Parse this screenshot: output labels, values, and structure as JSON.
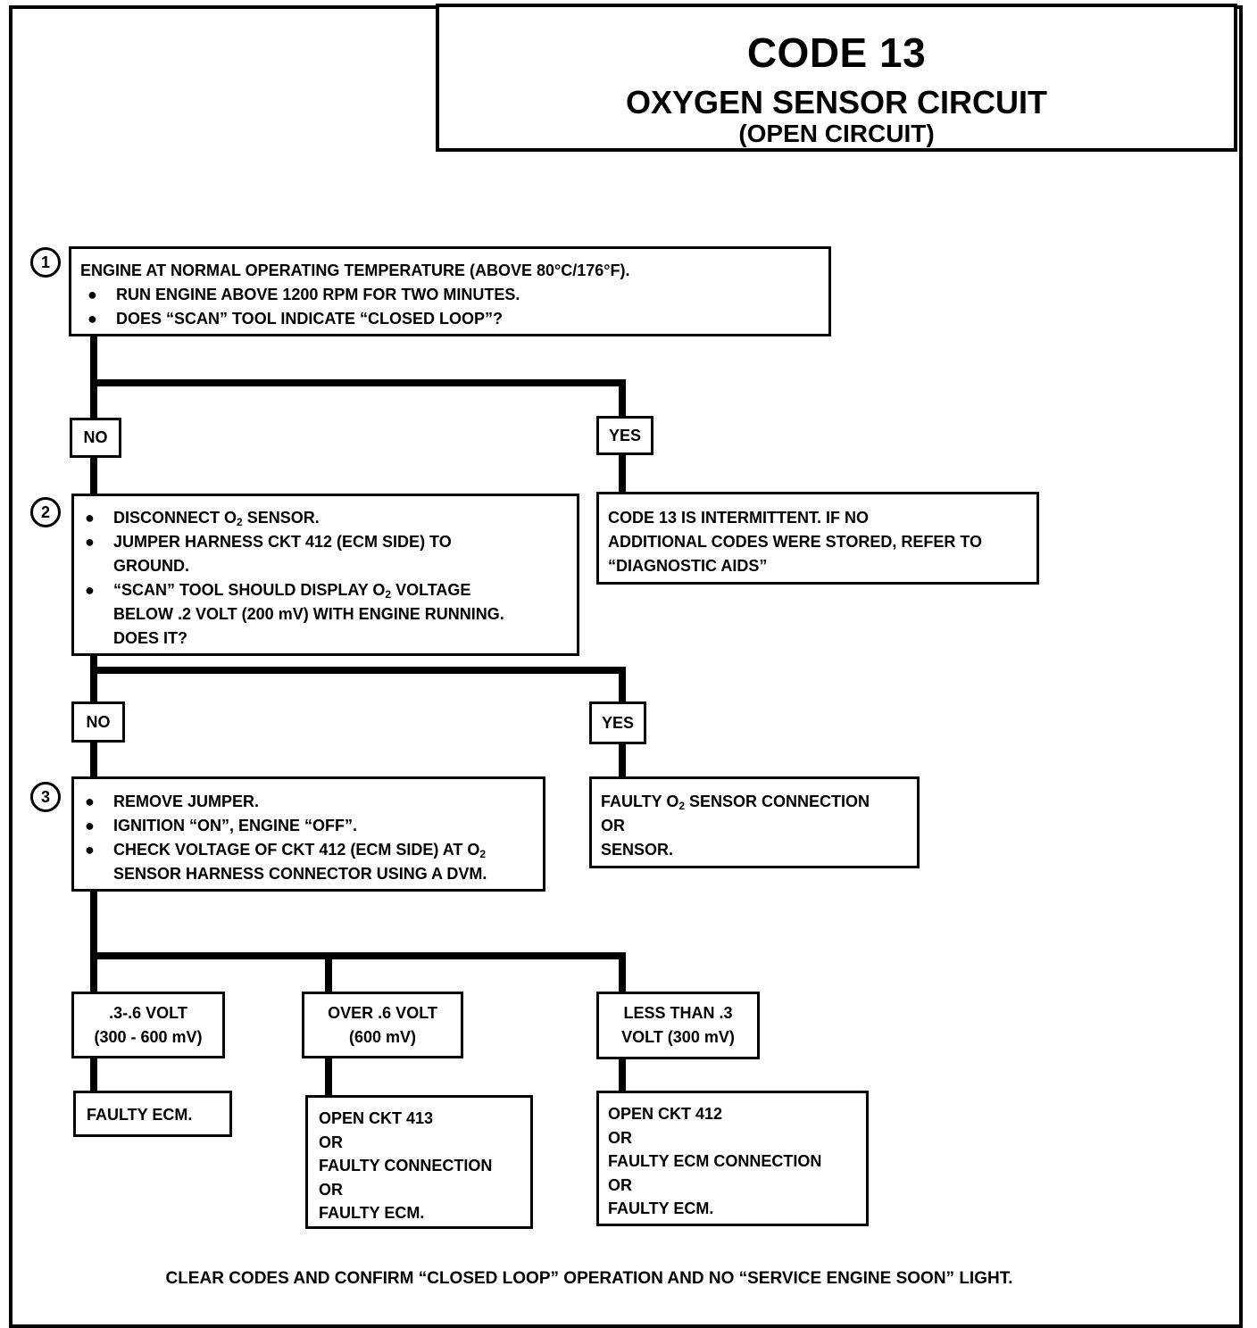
{
  "header": {
    "code": "CODE 13",
    "title": "OXYGEN SENSOR CIRCUIT",
    "subtitle": "(OPEN CIRCUIT)"
  },
  "step1": {
    "number": "1",
    "line1": "ENGINE AT NORMAL OPERATING TEMPERATURE (ABOVE 80°C/176°F).",
    "bullets": [
      "RUN ENGINE ABOVE 1200 RPM FOR TWO MINUTES.",
      "DOES “SCAN” TOOL INDICATE “CLOSED LOOP”?"
    ]
  },
  "branch1": {
    "no": "NO",
    "yes": "YES"
  },
  "yes1": {
    "lines": [
      "CODE 13 IS INTERMITTENT.  IF NO",
      "ADDITIONAL CODES WERE STORED, REFER TO",
      "“DIAGNOSTIC AIDS”"
    ]
  },
  "step2": {
    "number": "2",
    "b1_pre": "DISCONNECT O",
    "b1_sub": "2",
    "b1_post": " SENSOR.",
    "b2_l1": "JUMPER HARNESS CKT 412 (ECM SIDE) TO",
    "b2_l2": "GROUND.",
    "b3_pre": "“SCAN” TOOL SHOULD DISPLAY O",
    "b3_sub": "2",
    "b3_post": " VOLTAGE",
    "b3_l2": "BELOW .2  VOLT (200 mV) WITH ENGINE RUNNING.",
    "b3_l3": "DOES IT?"
  },
  "branch2": {
    "no": "NO",
    "yes": "YES"
  },
  "yes2": {
    "l1_pre": "FAULTY O",
    "l1_sub": "2",
    "l1_post": " SENSOR CONNECTION",
    "l2": "OR",
    "l3": "SENSOR."
  },
  "step3": {
    "number": "3",
    "b1": "REMOVE JUMPER.",
    "b2": "IGNITION “ON”,  ENGINE  “OFF”.",
    "b3_pre": "CHECK VOLTAGE OF CKT 412 (ECM SIDE) AT O",
    "b3_sub": "2",
    "b3_l2": "SENSOR HARNESS CONNECTOR USING A DVM."
  },
  "range_a": {
    "l1": ".3-.6 VOLT",
    "l2": "(300 - 600 mV)",
    "result": "FAULTY ECM."
  },
  "range_b": {
    "l1": "OVER  .6  VOLT",
    "l2": "(600 mV)",
    "result": [
      "OPEN CKT 413",
      "OR",
      "FAULTY CONNECTION",
      "OR",
      "FAULTY ECM."
    ]
  },
  "range_c": {
    "l1": "LESS THAN .3",
    "l2": "VOLT  (300 mV)",
    "result": [
      "OPEN CKT  412",
      "OR",
      "FAULTY ECM CONNECTION",
      "OR",
      "FAULTY ECM."
    ]
  },
  "footer": "CLEAR CODES AND CONFIRM “CLOSED LOOP”  OPERATION AND NO “SERVICE ENGINE SOON” LIGHT."
}
